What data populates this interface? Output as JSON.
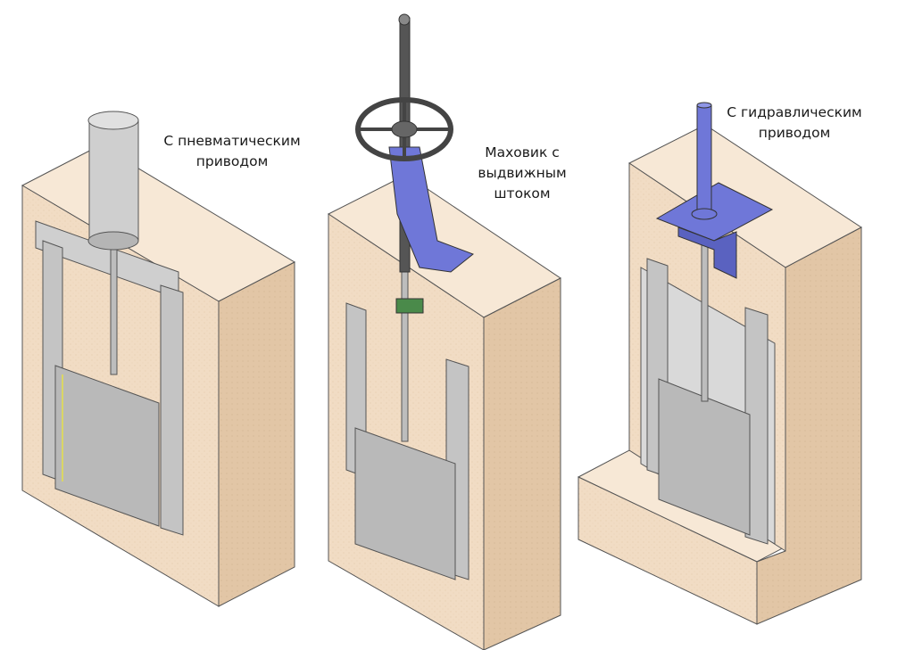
{
  "labels": {
    "pneumatic": {
      "line1": "С пневматическим",
      "line2": "приводом"
    },
    "handwheel": {
      "line1": "Маховик с",
      "line2": "выдвижным",
      "line3": "штоком"
    },
    "hydraulic": {
      "line1": "С гидравлическим",
      "line2": "приводом"
    }
  },
  "colors": {
    "concrete": "#f1dcc4",
    "concrete_side": "#e2c6a6",
    "concrete_top": "#f7e8d6",
    "steel": "#c9c9c9",
    "steel_dark": "#8e8e8e",
    "actuator_blue": "#6f77d8",
    "rod_dark": "#555555"
  }
}
